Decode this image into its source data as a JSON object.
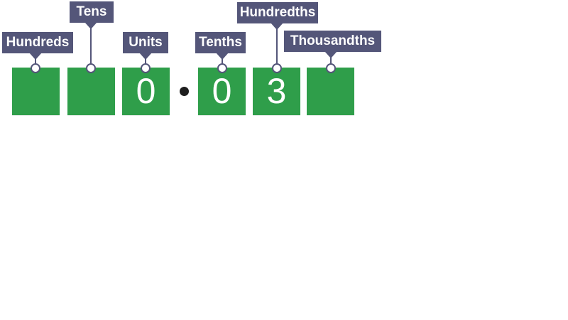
{
  "colors": {
    "square-green": "#2f9e4a",
    "label-slate": "#545679",
    "decimal-dot": "#1e1e1e",
    "text-white": "#ffffff"
  },
  "decimal_separator": "·",
  "places": [
    {
      "label": "Hundreds",
      "digit": ""
    },
    {
      "label": "Tens",
      "digit": ""
    },
    {
      "label": "Units",
      "digit": "0"
    },
    {
      "label": "Tenths",
      "digit": "0"
    },
    {
      "label": "Hundredths",
      "digit": "3"
    },
    {
      "label": "Thousandths",
      "digit": ""
    }
  ]
}
